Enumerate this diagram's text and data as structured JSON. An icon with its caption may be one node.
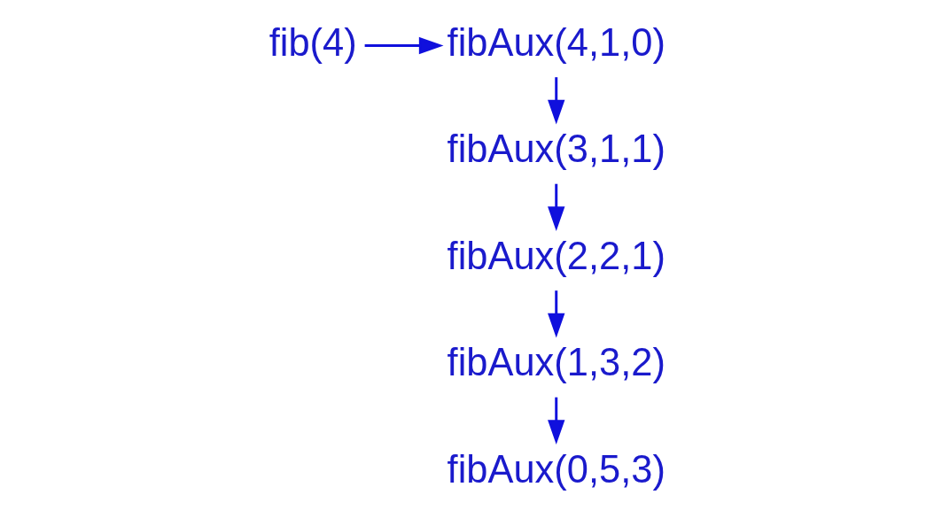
{
  "diagram": {
    "nodes": [
      {
        "text": [
          "fib(4)"
        ]
      },
      {
        "text": [
          "fibAux(4,1,0)"
        ]
      },
      {
        "text": [
          "fibAux(3,1,1)"
        ]
      },
      {
        "text": [
          "fibAux(2,2,1)"
        ]
      },
      {
        "text": [
          "fibAux(1,3,2)"
        ]
      },
      {
        "text": [
          "fibAux(0,5,3)"
        ]
      }
    ],
    "edges": [
      {
        "from": 0,
        "to": 1,
        "arrow": "to"
      },
      {
        "from": 1,
        "to": 2,
        "arrow": "to"
      },
      {
        "from": 2,
        "to": 3,
        "arrow": "to"
      },
      {
        "from": 3,
        "to": 4,
        "arrow": "to"
      },
      {
        "from": 4,
        "to": 5,
        "arrow": "to"
      }
    ]
  }
}
